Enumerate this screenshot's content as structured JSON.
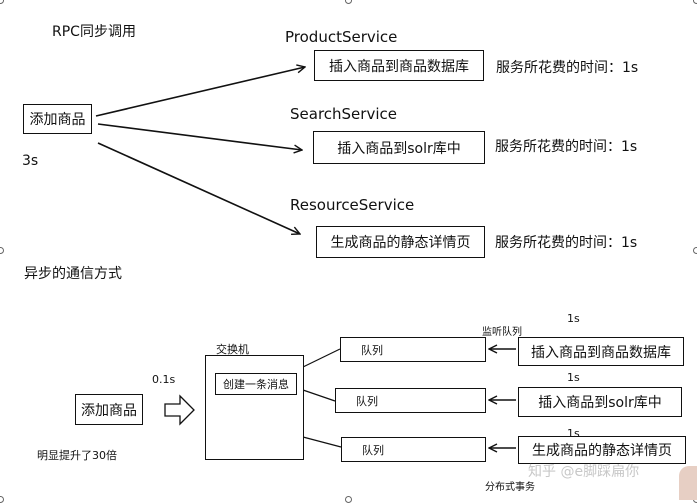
{
  "sync": {
    "title": "RPC同步调用",
    "caller": "添加商品",
    "total_time": "3s",
    "services": [
      {
        "name": "ProductService",
        "task": "插入商品到商品数据库",
        "time": "服务所花费的时间：1s"
      },
      {
        "name": "SearchService",
        "task": "插入商品到solr库中",
        "time": "服务所花费的时间：1s"
      },
      {
        "name": "ResourceService",
        "task": "生成商品的静态详情页",
        "time": "服务所花费的时间：1s"
      }
    ]
  },
  "async": {
    "title": "异步的通信方式",
    "caller": "添加商品",
    "time": "0.1s",
    "improvement": "明显提升了30倍",
    "exchange_label": "交换机",
    "message": "创建一条消息",
    "queues": [
      "队列",
      "队列",
      "队列"
    ],
    "listen_label": "监听队列",
    "consumers": [
      {
        "task": "插入商品到商品数据库",
        "time": "1s"
      },
      {
        "task": "插入商品到solr库中",
        "time": "1s"
      },
      {
        "task": "生成商品的静态详情页",
        "time": "1s"
      }
    ],
    "distributed_tx": "分布式事务"
  },
  "watermark": "知乎 @e脚踩扁你"
}
